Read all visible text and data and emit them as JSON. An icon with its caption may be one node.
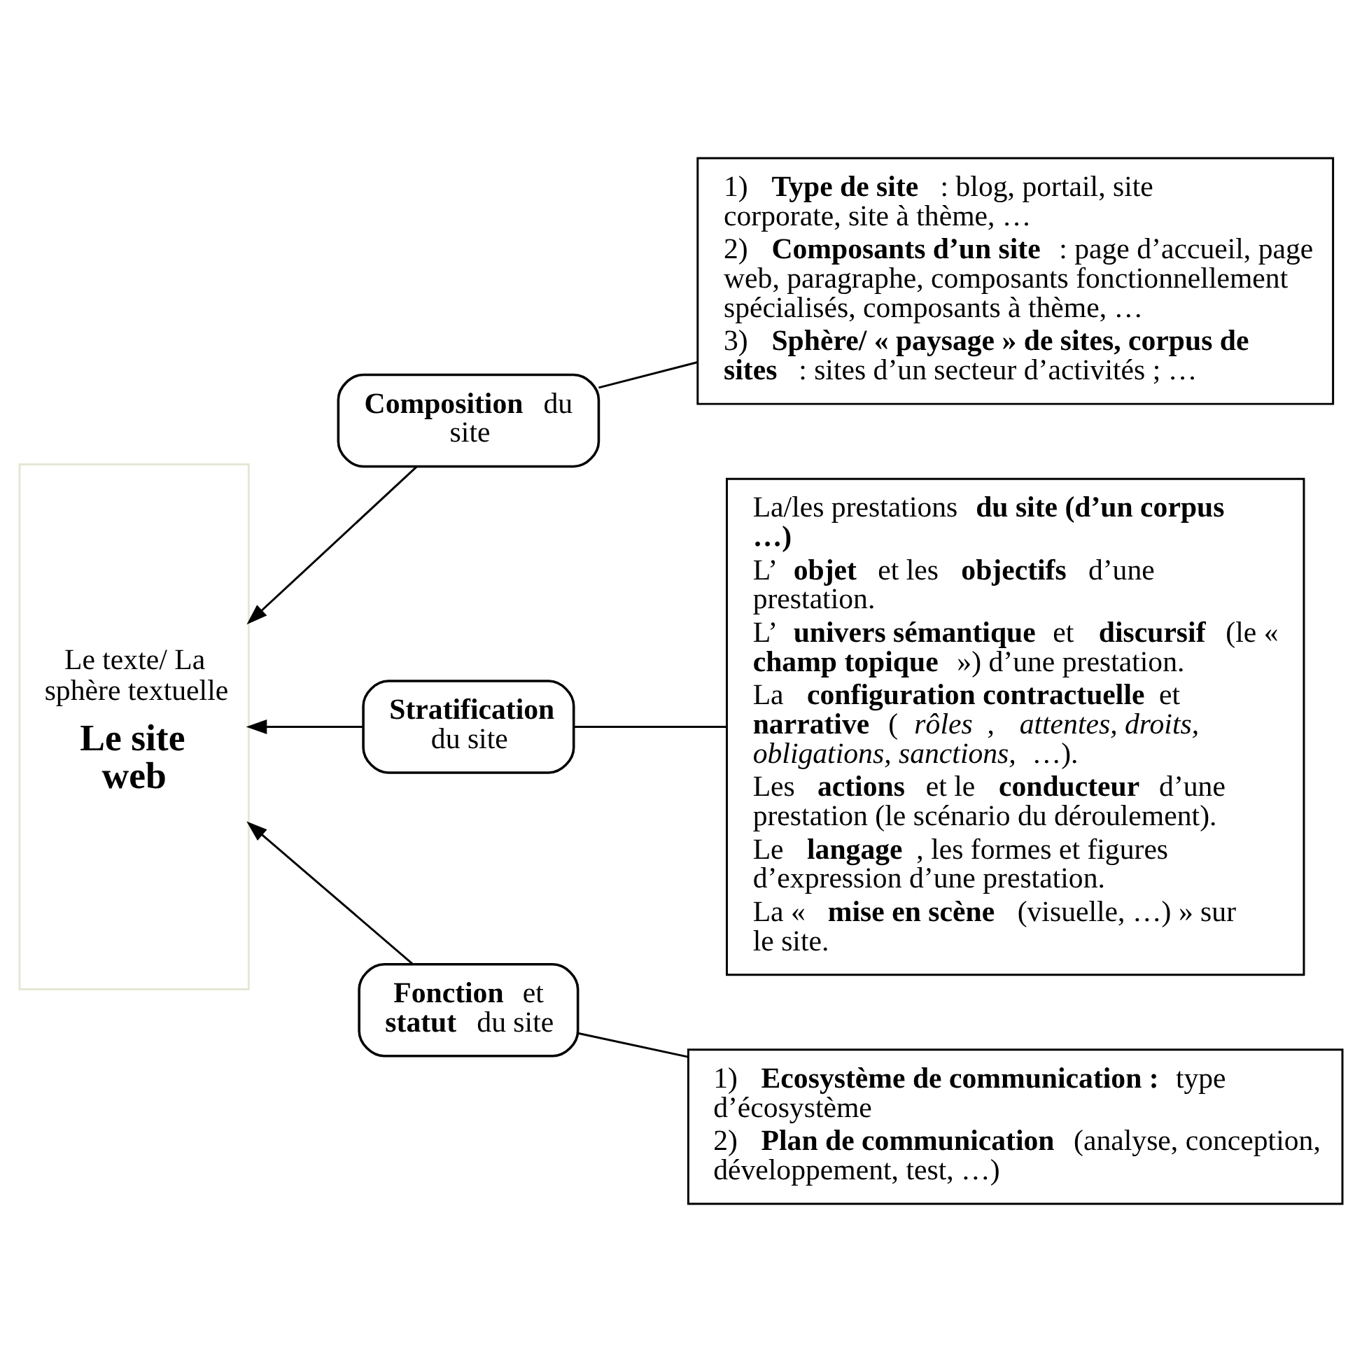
{
  "diagram": {
    "nodes": [
      {
        "text": [
          "Le texte/ La sphère textuelle",
          "Le site web"
        ]
      },
      {
        "text": [
          "**Composition** du site"
        ]
      },
      {
        "text": [
          "**Stratification** du site"
        ]
      },
      {
        "text": [
          "**Fonction** et **statut** du site"
        ]
      },
      {
        "text": [
          "1) **Type de site** : blog, portail, site corporate, site à thème, …",
          "2) **Composants d’un site** : page d’accueil, page web, paragraphe, composants fonctionnellement spécialisés, composants à thème, …",
          "3) **Sphère/ « paysage » de sites, corpus de sites** : sites d’un secteur d’activités ; …"
        ]
      },
      {
        "text": [
          "La/les prestations **du site (d’un corpus …)**",
          "L’**objet** et les **objectifs** d’une prestation.",
          "L’**univers sémantique** et **discursif** (le « **champ topique** ») d’une prestation.",
          "La **configuration contractuelle** et **narrative** (*rôles*, *attentes, droits, obligations, sanctions,* …).",
          "Les **actions** et le **conducteur** d’une prestation (le scénario du déroulement).",
          "Le **langage**, les formes et figures d’expression d’une prestation.",
          "La « **mise en scène** (visuelle, …) » sur le site."
        ]
      },
      {
        "text": [
          "1) **Ecosystème de communication :** type d’écosystème",
          "2) **Plan de communication** (analyse, conception, développement, test, …)"
        ]
      }
    ],
    "edges": [
      {
        "from": 1,
        "to": 0,
        "arrow": "to"
      },
      {
        "from": 2,
        "to": 0,
        "arrow": "to"
      },
      {
        "from": 3,
        "to": 0,
        "arrow": "to"
      },
      {
        "from": 4,
        "to": 1,
        "arrow": "none"
      },
      {
        "from": 5,
        "to": 2,
        "arrow": "none"
      },
      {
        "from": 6,
        "to": 3,
        "arrow": "none"
      }
    ]
  }
}
